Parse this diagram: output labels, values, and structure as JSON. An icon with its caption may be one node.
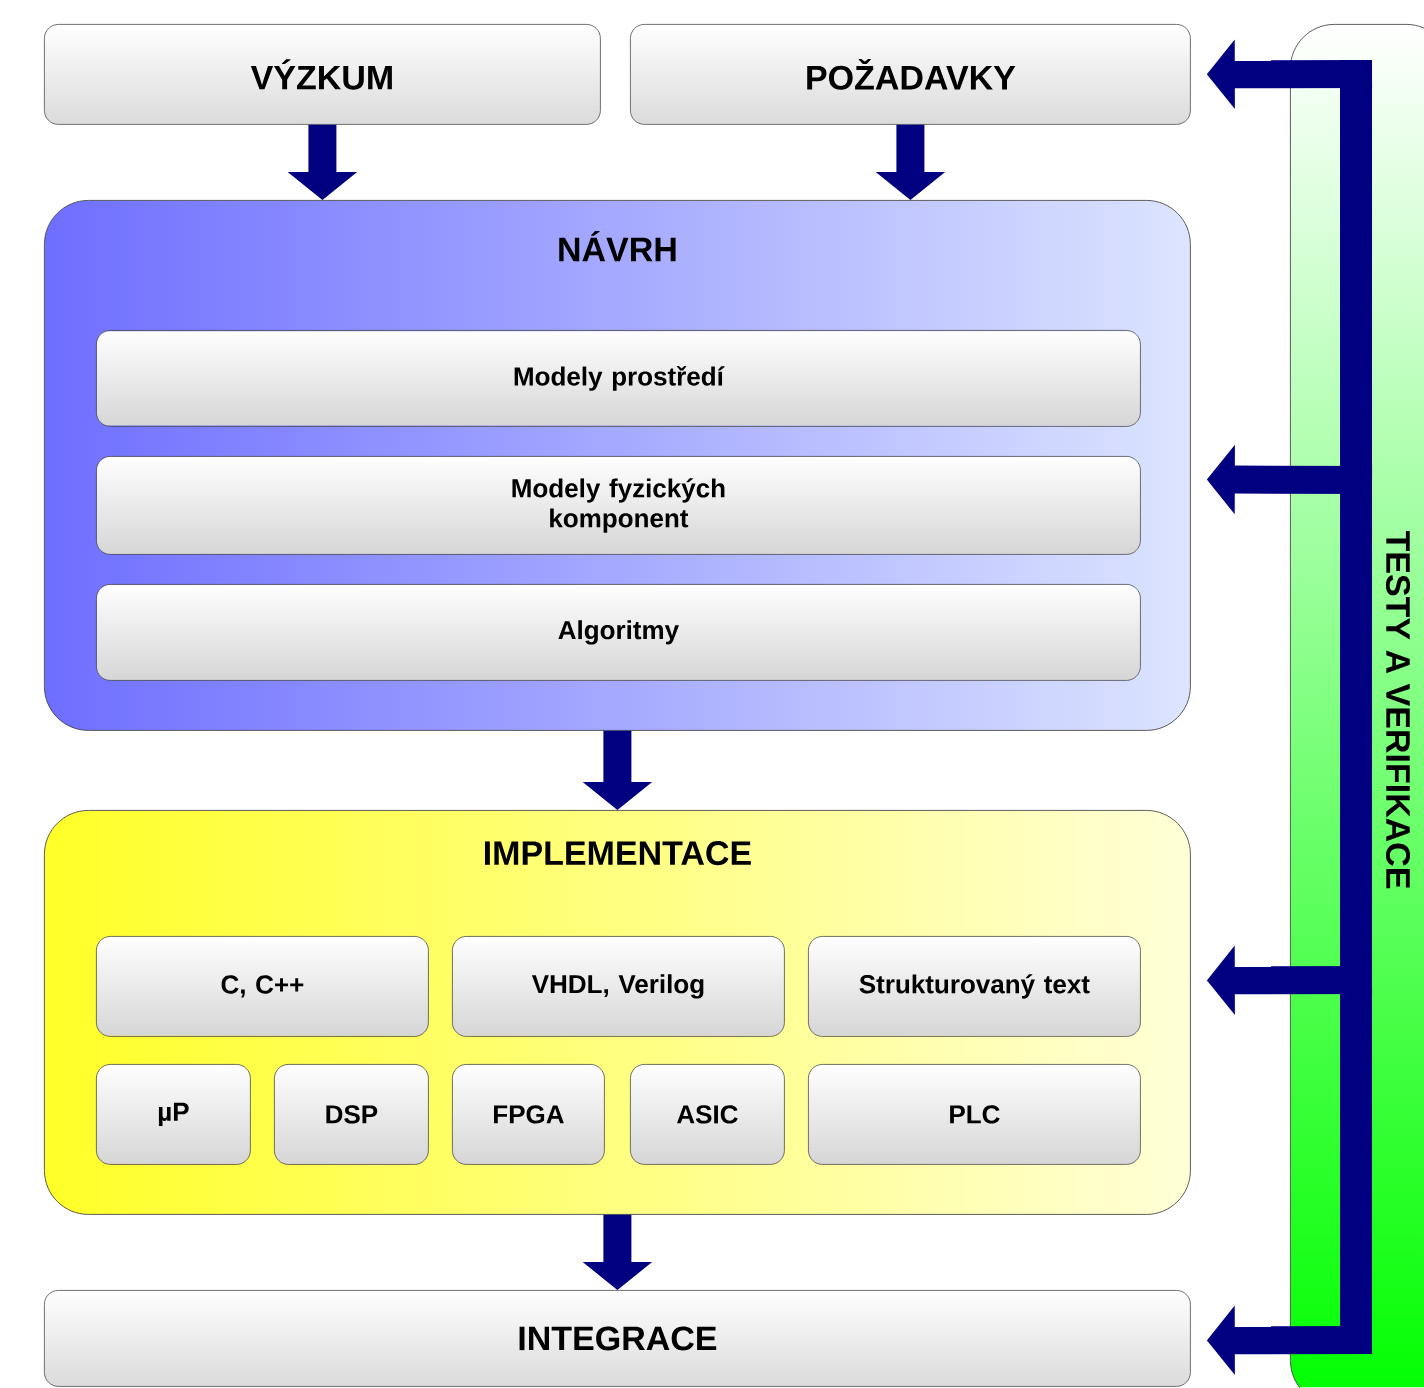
{
  "diagram": {
    "nodes": [
      {
        "text": [
          "VÝZKUM"
        ]
      },
      {
        "text": [
          "POŽADAVKY"
        ]
      },
      {
        "text": [
          "NÁVRH"
        ]
      },
      {
        "text": [
          "Modely prostředí"
        ],
        "in": 2
      },
      {
        "text": [
          "Modely fyzických komponent"
        ],
        "in": 2
      },
      {
        "text": [
          "Algoritmy"
        ],
        "in": 2
      },
      {
        "text": [
          "IMPLEMENTACE"
        ]
      },
      {
        "text": [
          "C, C++"
        ],
        "in": 6
      },
      {
        "text": [
          "VHDL, Verilog"
        ],
        "in": 6
      },
      {
        "text": [
          "Strukturovaný text"
        ],
        "in": 6
      },
      {
        "text": [
          "µP"
        ],
        "in": 6
      },
      {
        "text": [
          "DSP"
        ],
        "in": 6
      },
      {
        "text": [
          "FPGA"
        ],
        "in": 6
      },
      {
        "text": [
          "ASIC"
        ],
        "in": 6
      },
      {
        "text": [
          "PLC"
        ],
        "in": 6
      },
      {
        "text": [
          "INTEGRACE"
        ]
      },
      {
        "text": [
          "TESTY A VERIFIKACE"
        ]
      }
    ],
    "edges": [
      {
        "from": 0,
        "to": 2,
        "arrow": "to"
      },
      {
        "from": 1,
        "to": 2,
        "arrow": "to"
      },
      {
        "from": 2,
        "to": 6,
        "arrow": "to"
      },
      {
        "from": 6,
        "to": 15,
        "arrow": "to"
      },
      {
        "from": 16,
        "to": 1,
        "arrow": "to"
      },
      {
        "from": 16,
        "to": 2,
        "arrow": "to"
      },
      {
        "from": 16,
        "to": 6,
        "arrow": "to"
      },
      {
        "from": 16,
        "to": 15,
        "arrow": "to"
      }
    ]
  }
}
